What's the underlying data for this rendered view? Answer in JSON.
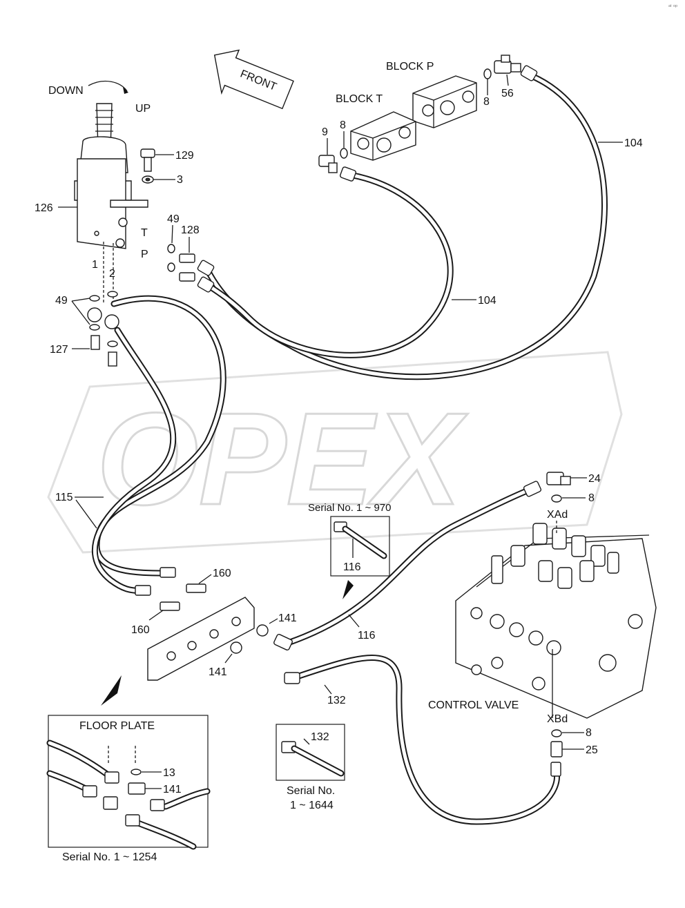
{
  "watermark": {
    "text": "OPEX",
    "color": "#d8d8d8"
  },
  "corner_mark": "ᵃᵗ ᵒᵖ",
  "labels": {
    "down": "DOWN",
    "up": "UP",
    "front": "FRONT",
    "block_p": "BLOCK P",
    "block_t": "BLOCK T",
    "port_t": "T",
    "port_p": "P",
    "control_valve": "CONTROL VALVE",
    "xad": "XAd",
    "xbd": "XBd",
    "floor_plate": "FLOOR PLATE"
  },
  "part_numbers": {
    "p129": "129",
    "p3": "3",
    "p126": "126",
    "p49a": "49",
    "p128": "128",
    "p1": "1",
    "p2": "2",
    "p49b": "49",
    "p127": "127",
    "p9": "9",
    "p8a": "8",
    "p8b": "8",
    "p56": "56",
    "p104a": "104",
    "p104b": "104",
    "p24": "24",
    "p8c": "8",
    "p115": "115",
    "p116a": "116",
    "p116b": "116",
    "p160a": "160",
    "p160b": "160",
    "p141a": "141",
    "p141b": "141",
    "p132a": "132",
    "p132b": "132",
    "p8d": "8",
    "p25": "25",
    "p13": "13",
    "p141c": "141"
  },
  "serials": {
    "s970": "Serial No. 1 ~ 970",
    "s1644_line1": "Serial No.",
    "s1644_line2": "1 ~ 1644",
    "s1254": "Serial No. 1 ~ 1254"
  }
}
